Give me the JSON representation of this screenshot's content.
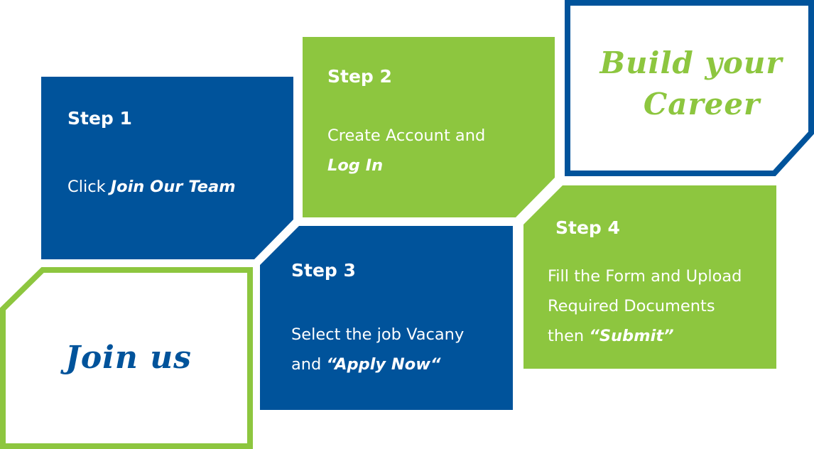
{
  "colors": {
    "blue": "#00539b",
    "green": "#8dc63f",
    "text_on_fill": "#ffffff"
  },
  "banner_top": {
    "line1": "Build your",
    "line2": "Career"
  },
  "banner_bottom": {
    "text": "Join us"
  },
  "steps": [
    {
      "title": "Step 1",
      "lines": [
        {
          "plain": "Click ",
          "bold": "Join Our Team"
        }
      ]
    },
    {
      "title": "Step 2",
      "lines": [
        {
          "plain": "Create Account and",
          "bold": ""
        },
        {
          "plain": "",
          "bold": "Log In"
        }
      ]
    },
    {
      "title": "Step 3",
      "lines": [
        {
          "plain": "Select the job Vacany",
          "bold": ""
        },
        {
          "plain": "and ",
          "bold": "“Apply Now“"
        }
      ]
    },
    {
      "title": "Step 4",
      "lines": [
        {
          "plain": "Fill the Form and Upload",
          "bold": ""
        },
        {
          "plain": "Required Documents",
          "bold": ""
        },
        {
          "plain": "then ",
          "bold": "“Submit”"
        }
      ]
    }
  ]
}
